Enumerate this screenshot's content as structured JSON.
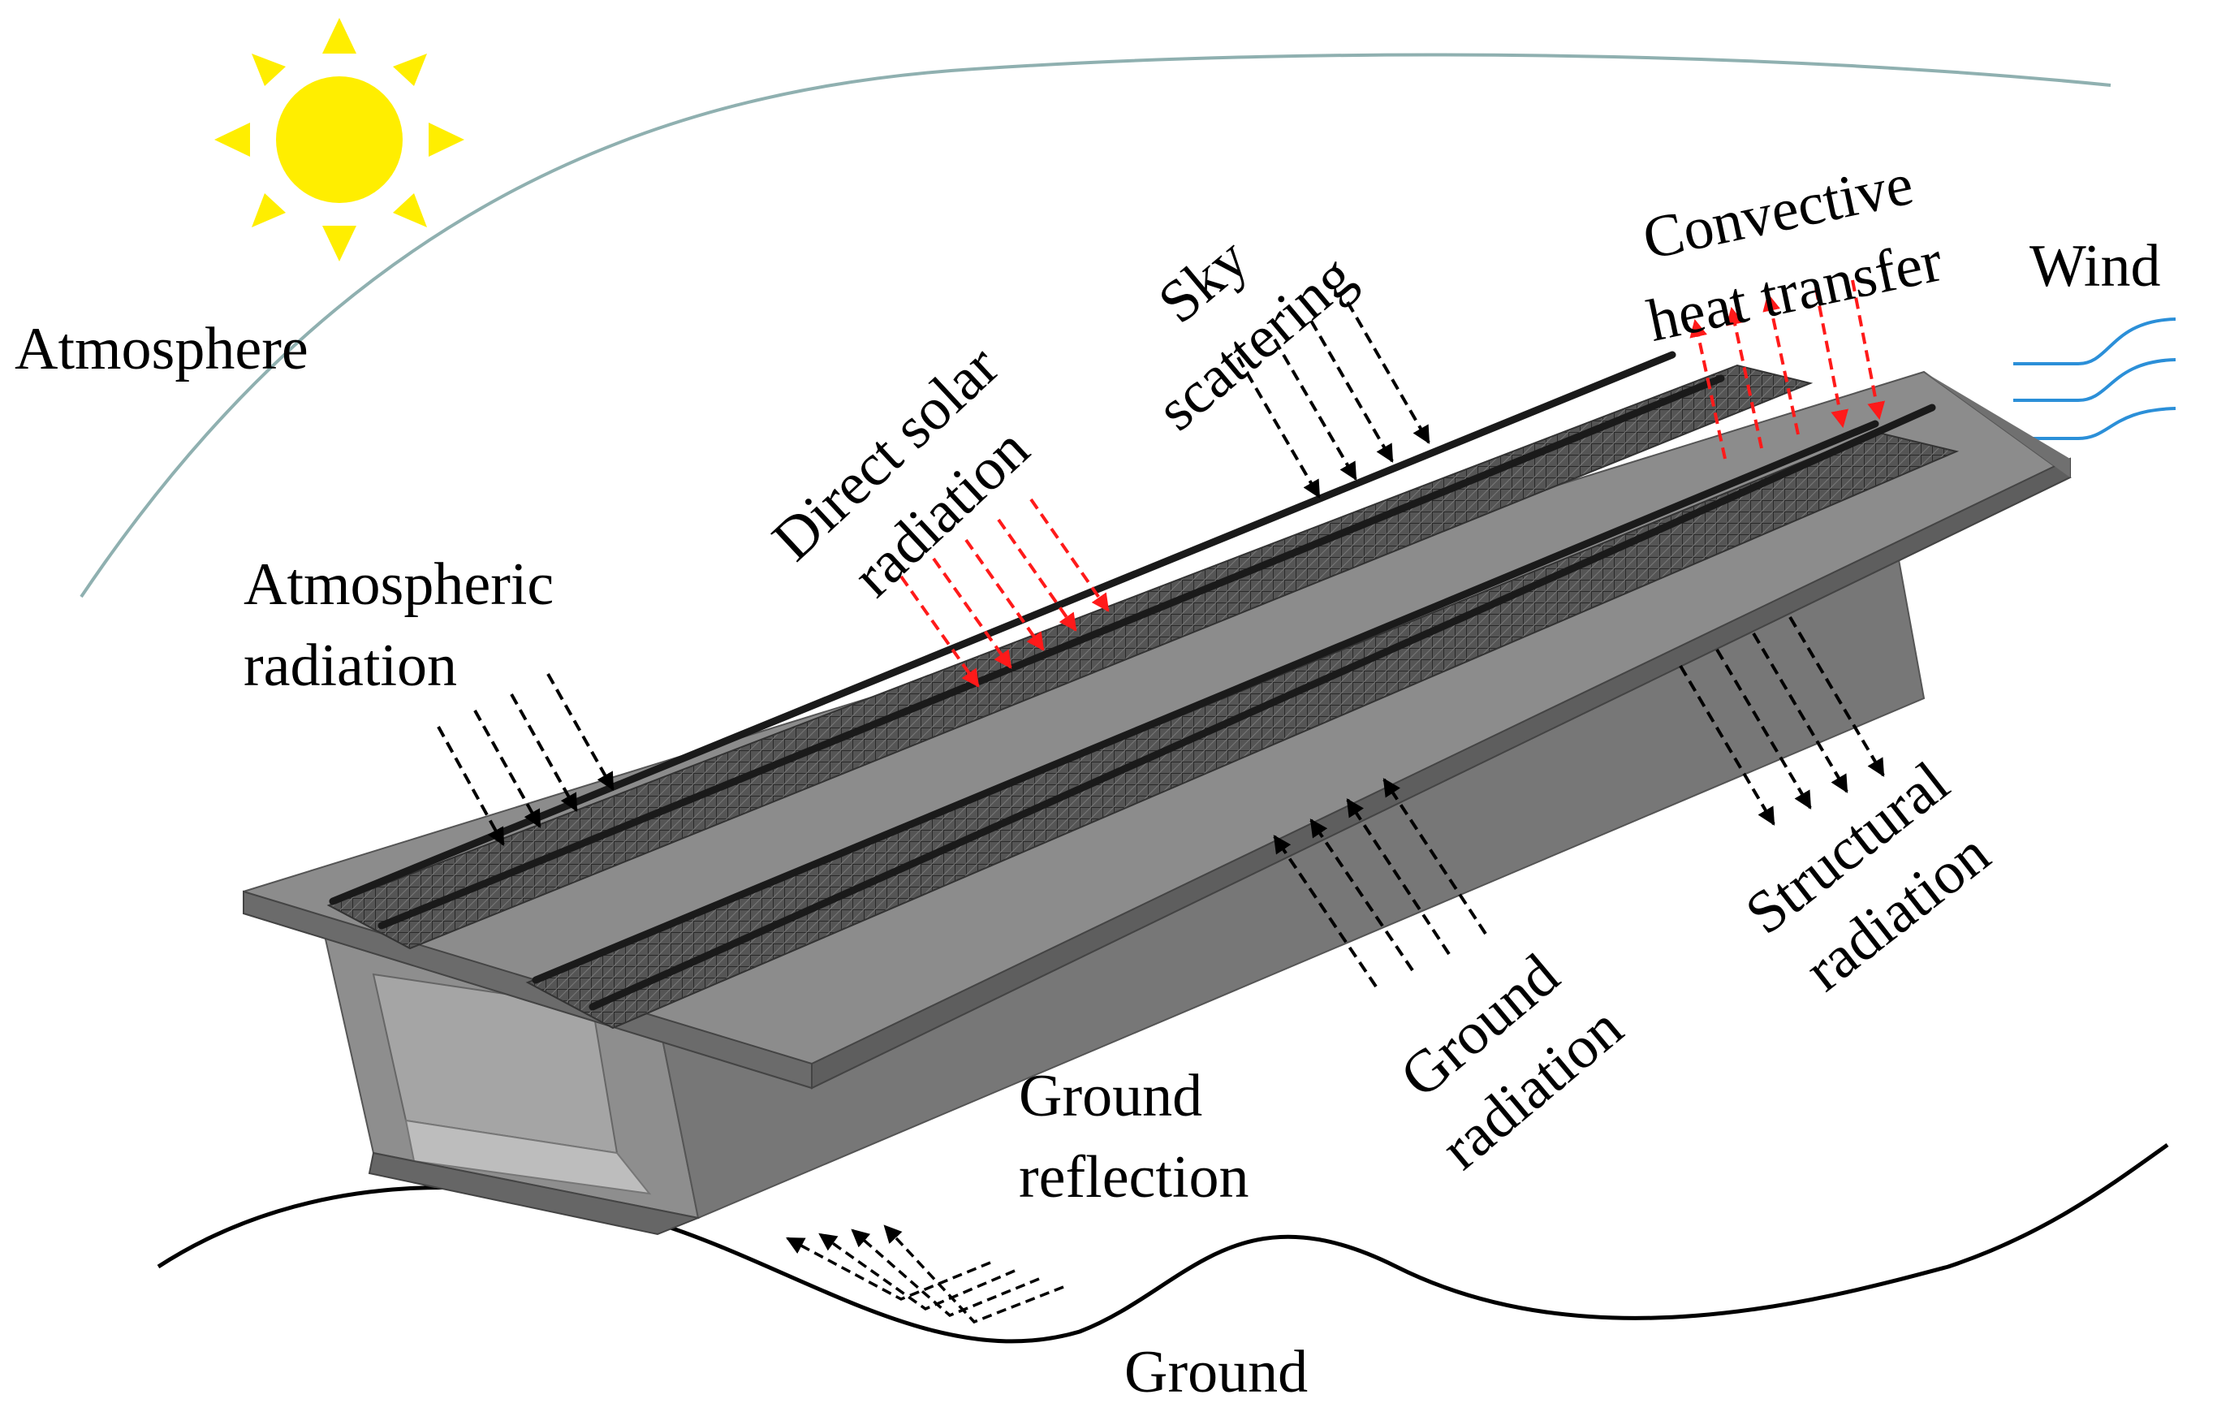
{
  "labels": {
    "atmosphere": "Atmosphere",
    "atmospheric_radiation": [
      "Atmospheric",
      "radiation"
    ],
    "direct_solar_radiation": [
      "Direct solar",
      "radiation"
    ],
    "sky_scattering": [
      "Sky",
      "scattering"
    ],
    "convective_heat_transfer": [
      "Convective",
      "heat transfer"
    ],
    "wind": "Wind",
    "structural_radiation": [
      "Structural",
      "radiation"
    ],
    "ground_radiation": [
      "Ground",
      "radiation"
    ],
    "ground_reflection": [
      "Ground",
      "reflection"
    ],
    "ground": "Ground"
  },
  "icons": {
    "sun": "sun-icon",
    "wind": "wind-lines-icon"
  },
  "colors": {
    "sun": "#ffee00",
    "atmosphere_curve": "#8fb0b0",
    "wind_lines": "#2b8fd8",
    "solar_arrows": "#ff1a1a",
    "convective_arrows": "#ff1a1a",
    "other_arrows": "#000000",
    "deck_top": "#8c8c8c",
    "deck_side": "#6e6e6e",
    "box_girder": "#9a9a9a",
    "rail": "#1a1a1a"
  }
}
